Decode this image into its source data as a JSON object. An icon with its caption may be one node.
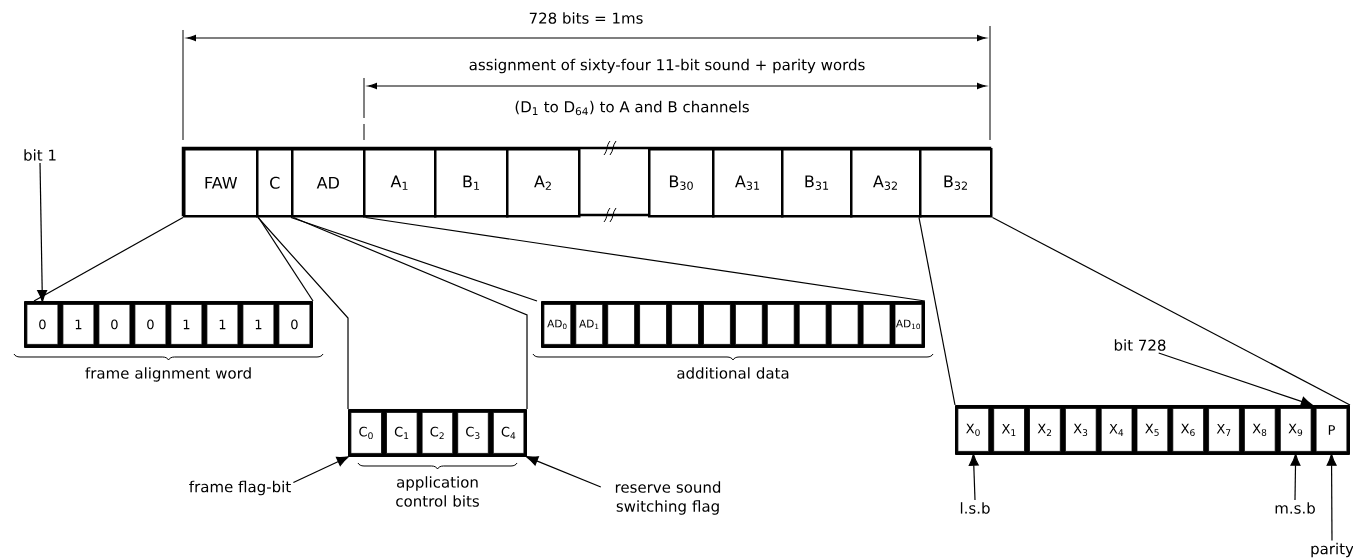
{
  "diagram": {
    "nodes": [
      {
        "text": [
          "FAW"
        ]
      },
      {
        "text": [
          "C"
        ]
      },
      {
        "text": [
          "AD"
        ]
      },
      {
        "text": [
          "A$_{1}$"
        ]
      },
      {
        "text": [
          "B$_{1}$"
        ]
      },
      {
        "text": [
          "A$_{2}$"
        ]
      },
      {
        "text": [
          "B$_{30}$"
        ]
      },
      {
        "text": [
          "A$_{31}$"
        ]
      },
      {
        "text": [
          "B$_{31}$"
        ]
      },
      {
        "text": [
          "A$_{32}$"
        ]
      },
      {
        "text": [
          "B$_{32}$"
        ]
      },
      {
        "text": [
          "bit 1"
        ]
      },
      {
        "text": [],
        "shape": "box",
        "beside": [
          "frame alignment word"
        ]
      },
      {
        "text": [
          "0"
        ],
        "in": 12
      },
      {
        "text": [
          "1"
        ],
        "in": 12
      },
      {
        "text": [
          "0"
        ],
        "in": 12
      },
      {
        "text": [
          "0"
        ],
        "in": 12
      },
      {
        "text": [
          "1"
        ],
        "in": 12
      },
      {
        "text": [
          "1"
        ],
        "in": 12
      },
      {
        "text": [
          "1"
        ],
        "in": 12
      },
      {
        "text": [
          "0"
        ],
        "in": 12
      },
      {
        "text": [],
        "shape": "box",
        "beside": [
          "additional data"
        ]
      },
      {
        "text": [
          "AD$_{0}$"
        ],
        "in": 21
      },
      {
        "text": [
          "AD$_{1}$"
        ],
        "in": 21
      },
      {
        "text": [],
        "shape": "box",
        "in": 21
      },
      {
        "text": [],
        "shape": "box",
        "in": 21
      },
      {
        "text": [],
        "shape": "box",
        "in": 21
      },
      {
        "text": [],
        "shape": "box",
        "in": 21
      },
      {
        "text": [],
        "shape": "box",
        "in": 21
      },
      {
        "text": [],
        "shape": "box",
        "in": 21
      },
      {
        "text": [],
        "shape": "box",
        "in": 21
      },
      {
        "text": [],
        "shape": "box",
        "in": 21
      },
      {
        "text": [],
        "shape": "box",
        "in": 21
      },
      {
        "text": [
          "AD$_{10}$"
        ],
        "in": 21
      },
      {
        "text": [
          "bit 728"
        ]
      },
      {
        "text": [],
        "shape": "box",
        "beside": [
          "application control bits"
        ]
      },
      {
        "text": [
          "C$_{0}$"
        ],
        "in": 35
      },
      {
        "text": [
          "C$_{1}$"
        ],
        "in": 35
      },
      {
        "text": [
          "C$_{2}$"
        ],
        "in": 35
      },
      {
        "text": [
          "C$_{3}$"
        ],
        "in": 35
      },
      {
        "text": [
          "C$_{4}$"
        ],
        "in": 35
      },
      {
        "text": [],
        "shape": "box"
      },
      {
        "text": [
          "X$_{0}$"
        ],
        "in": 41
      },
      {
        "text": [
          "X$_{1}$"
        ],
        "in": 41
      },
      {
        "text": [
          "X$_{2}$"
        ],
        "in": 41
      },
      {
        "text": [
          "X$_{3}$"
        ],
        "in": 41
      },
      {
        "text": [
          "X$_{4}$"
        ],
        "in": 41
      },
      {
        "text": [
          "X$_{5}$"
        ],
        "in": 41
      },
      {
        "text": [
          "X$_{6}$"
        ],
        "in": 41
      },
      {
        "text": [
          "X$_{7}$"
        ],
        "in": 41
      },
      {
        "text": [
          "X$_{8}$"
        ],
        "in": 41
      },
      {
        "text": [
          "X$_{9}$"
        ],
        "in": 41
      },
      {
        "text": [
          "P"
        ],
        "in": 41
      },
      {
        "text": [
          "frame flag-bit"
        ]
      },
      {
        "text": [
          "reserve sound switching flag"
        ]
      },
      {
        "text": [
          "l.s.b"
        ]
      },
      {
        "text": [
          "m.s.b"
        ]
      },
      {
        "text": [
          "parity"
        ]
      }
    ],
    "edges": [
      {
        "from": 11,
        "to": 13,
        "arrow": "to"
      },
      {
        "from": 0,
        "to": 12,
        "arrow": "none"
      },
      {
        "from": 0,
        "to": 12,
        "arrow": "none"
      },
      {
        "from": 1,
        "to": 35,
        "arrow": "none"
      },
      {
        "from": 1,
        "to": 35,
        "arrow": "none"
      },
      {
        "from": 2,
        "to": 21,
        "arrow": "none"
      },
      {
        "from": 2,
        "to": 21,
        "arrow": "none"
      },
      {
        "from": 10,
        "to": 41,
        "arrow": "none"
      },
      {
        "from": 10,
        "to": 41,
        "arrow": "none"
      },
      {
        "from": 34,
        "to": 52,
        "arrow": "to"
      },
      {
        "from": 53,
        "to": 36,
        "arrow": "to"
      },
      {
        "from": 54,
        "to": 40,
        "arrow": "to"
      },
      {
        "from": 55,
        "to": 42,
        "arrow": "to"
      },
      {
        "from": 56,
        "to": 51,
        "arrow": "to"
      },
      {
        "from": 57,
        "to": 52,
        "arrow": "to"
      }
    ],
    "labels": [
      "728 bits = 1ms",
      "assignment of sixty-four 11-bit sound + parity words",
      "(D$_{1}$ to D$_{64}$) to A and B channels"
    ]
  }
}
